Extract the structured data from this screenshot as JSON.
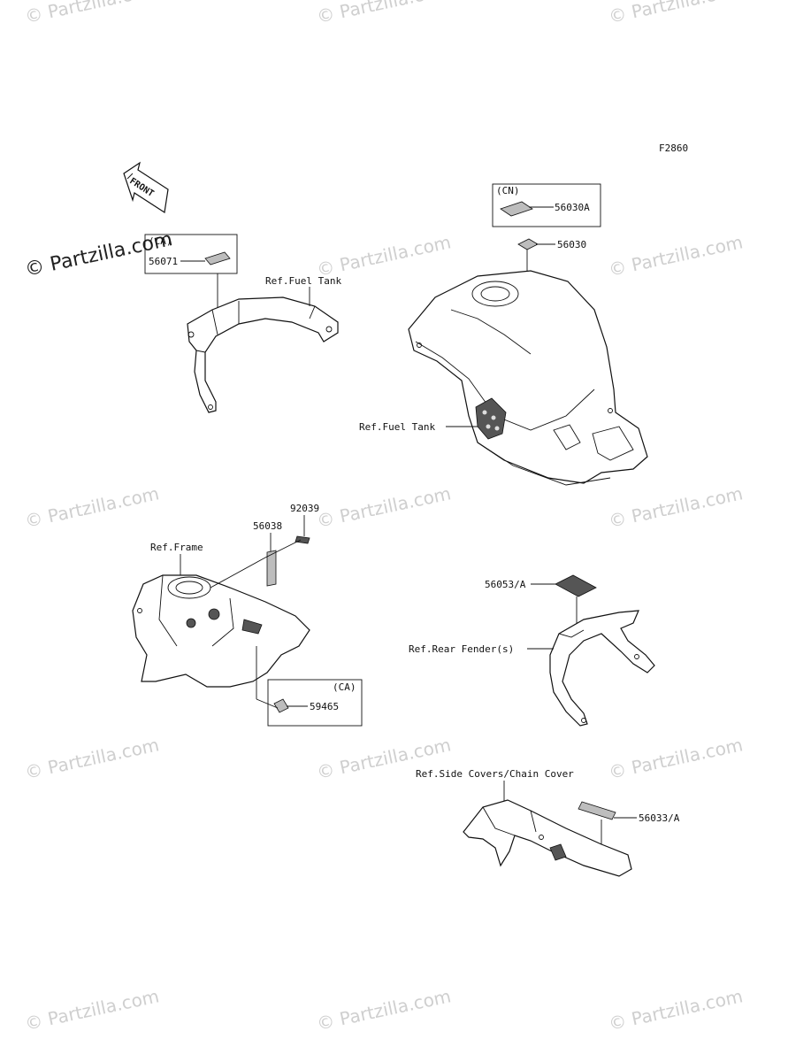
{
  "watermark": {
    "text": "© Partzilla.com",
    "featured_text": "© Partzilla.com"
  },
  "figure_code": "F2860",
  "front_arrow_label": "FRONT",
  "callouts": {
    "c56071_box_tag": "(CA)",
    "c56071": "56071",
    "ref_fuel_tank_1": "Ref.Fuel Tank",
    "c56030a_box_tag": "(CN)",
    "c56030a": "56030A",
    "c56030": "56030",
    "ref_fuel_tank_2": "Ref.Fuel Tank",
    "c92039": "92039",
    "c56038": "56038",
    "ref_frame": "Ref.Frame",
    "c59465_box_tag": "(CA)",
    "c59465": "59465",
    "c56053a": "56053/A",
    "ref_rear_fender": "Ref.Rear Fender(s)",
    "ref_side_covers": "Ref.Side Covers/Chain Cover",
    "c56033a": "56033/A"
  }
}
